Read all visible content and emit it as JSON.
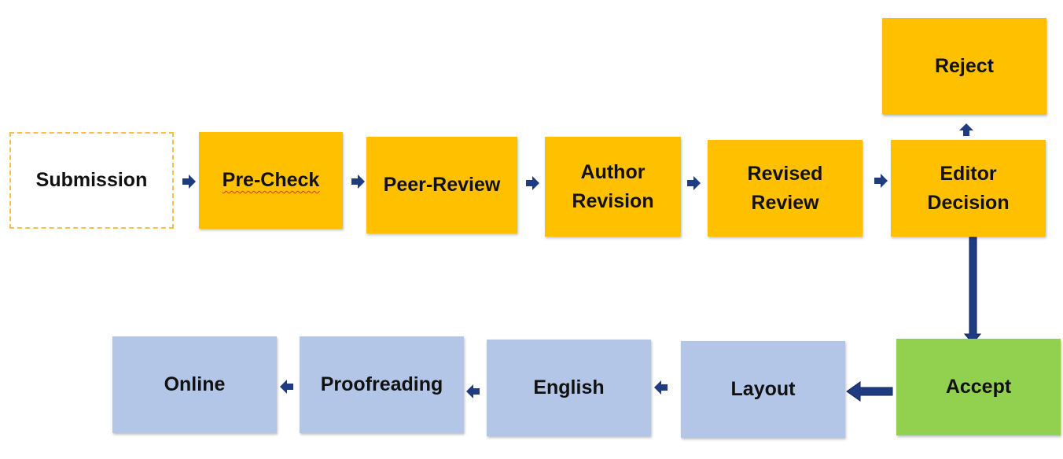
{
  "steps": {
    "submission": "Submission",
    "precheck": "Pre-Check",
    "peer_review": "Peer-Review",
    "author_revision": "Author\nRevision",
    "revised_review": "Revised\nReview",
    "editor_decision": "Editor\nDecision",
    "reject": "Reject",
    "accept": "Accept",
    "layout": "Layout",
    "english": "English",
    "proofreading": "Proofreading",
    "online": "Online"
  },
  "colors": {
    "process_step": "#FFC000",
    "post_accept_step": "#B4C6E7",
    "accept": "#92D050",
    "submission_border": "#F5C242",
    "arrow": "#1F3A7A"
  }
}
